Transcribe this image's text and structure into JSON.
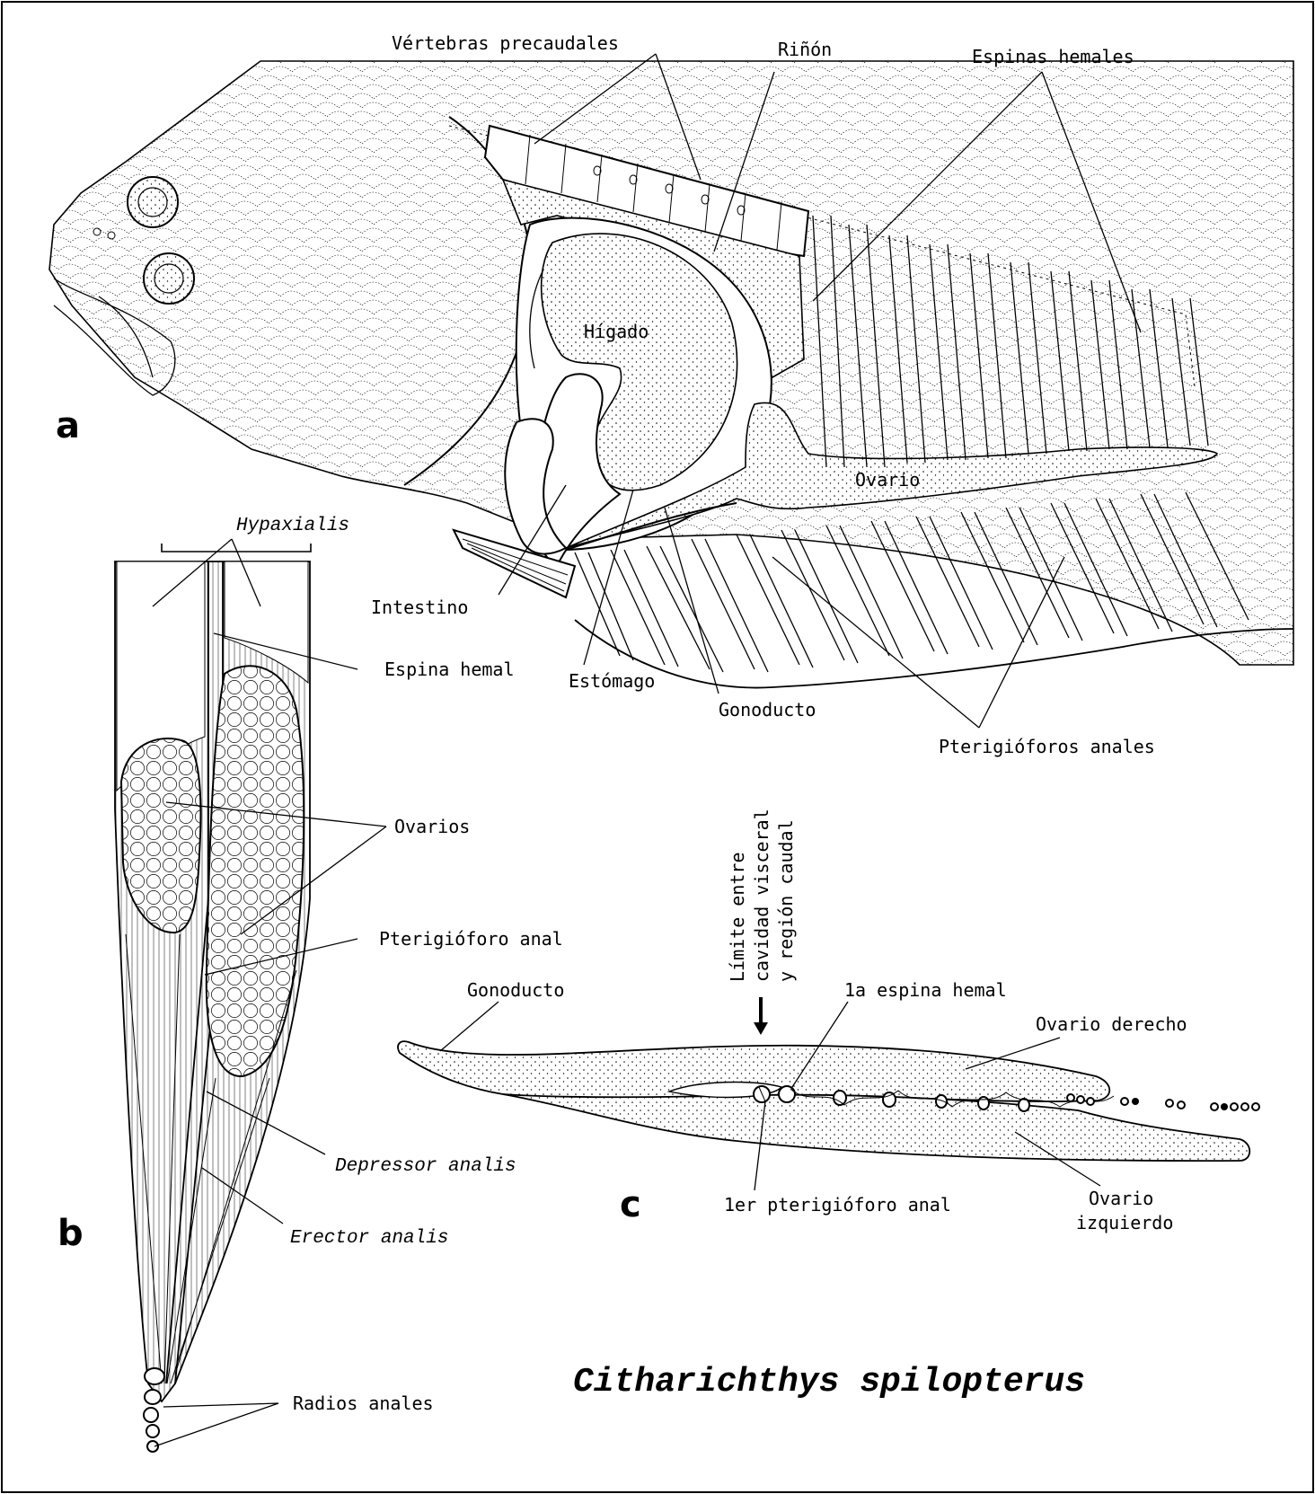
{
  "panels": {
    "a": "a",
    "b": "b",
    "c": "c"
  },
  "species": "Citharichthys spilopterus",
  "labels_a": {
    "vertebras": "Vértebras precaudales",
    "rinon": "Riñón",
    "espinas_hemales": "Espinas hemales",
    "higado": "Hígado",
    "ovario": "Ovario",
    "intestino": "Intestino",
    "estomago": "Estómago",
    "gonoducto": "Gonoducto",
    "pterigioforos": "Pterigióforos anales"
  },
  "labels_b": {
    "hypaxialis": "Hypaxialis",
    "espina_hemal": "Espina hemal",
    "ovarios": "Ovarios",
    "pterigioforo": "Pterigióforo anal",
    "depressor": "Depressor analis",
    "erector": "Erector analis",
    "radios": "Radios anales"
  },
  "labels_c": {
    "limite_1": "Límite entre",
    "limite_2": "cavidad visceral",
    "limite_3": "y región caudal",
    "gonoducto": "Gonoducto",
    "espina": "1a espina hemal",
    "ovario_der": "Ovario derecho",
    "pterigioforo": "1er pterigióforo anal",
    "ovario_izq_1": "Ovario",
    "ovario_izq_2": "izquierdo"
  }
}
